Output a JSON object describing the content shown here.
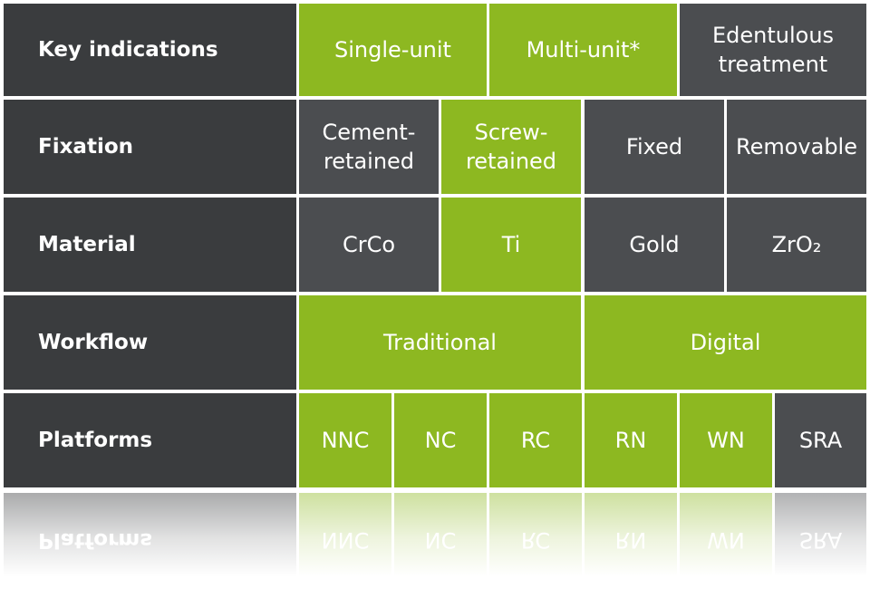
{
  "rows": {
    "key_indications": {
      "header": "Key indications",
      "cells": [
        "Single-unit",
        "Multi-unit*",
        "Edentulous treatment"
      ]
    },
    "fixation": {
      "header": "Fixation",
      "cells": [
        "Cement-retained",
        "Screw-retained",
        "Fixed",
        "Removable"
      ]
    },
    "material": {
      "header": "Material",
      "cells": [
        "CrCo",
        "Ti",
        "Gold",
        "ZrO₂"
      ]
    },
    "workflow": {
      "header": "Workflow",
      "cells": [
        "Traditional",
        "Digital"
      ]
    },
    "platforms": {
      "header": "Platforms",
      "cells": [
        "NNC",
        "NC",
        "RC",
        "RN",
        "WN",
        "SRA"
      ]
    }
  },
  "colors": {
    "header_bg": "#3a3c3e",
    "dark_bg": "#4b4d50",
    "green_bg": "#8db821",
    "text": "#ffffff"
  }
}
